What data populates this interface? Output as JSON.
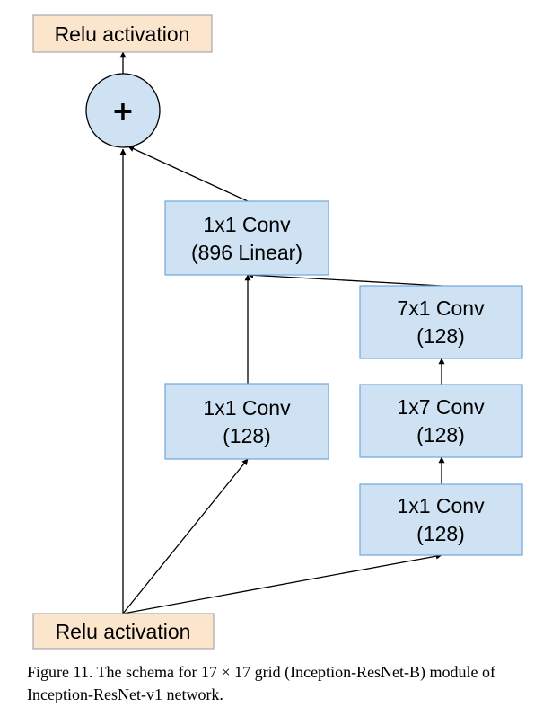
{
  "colors": {
    "activation_fill": "#fce5cd",
    "activation_stroke": "#a9a9a9",
    "conv_fill": "#cfe2f3",
    "conv_stroke": "#6fa8dc",
    "arrow": "#000000"
  },
  "nodes": {
    "relu_out": {
      "label": "Relu activation"
    },
    "relu_in": {
      "label": "Relu activation"
    },
    "sum": {
      "label": "+"
    },
    "conv_linear": {
      "line1": "1x1 Conv",
      "line2": "(896 Linear)"
    },
    "conv_a": {
      "line1": "1x1 Conv",
      "line2": "(128)"
    },
    "conv_b1": {
      "line1": "1x1 Conv",
      "line2": "(128)"
    },
    "conv_b2": {
      "line1": "1x7 Conv",
      "line2": "(128)"
    },
    "conv_b3": {
      "line1": "7x1 Conv",
      "line2": "(128)"
    }
  },
  "caption": "Figure 11. The schema for 17 × 17 grid (Inception-ResNet-B) module of Inception-ResNet-v1 network."
}
